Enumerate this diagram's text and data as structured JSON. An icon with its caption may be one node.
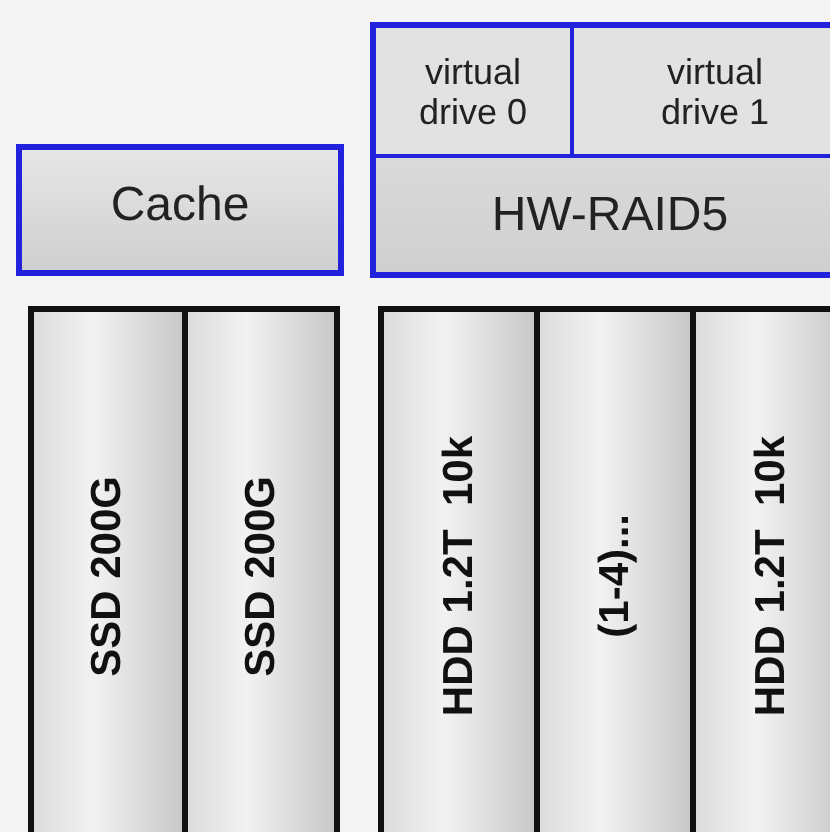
{
  "diagram": {
    "nodes": [
      {
        "text": [
          "Cache"
        ]
      },
      {
        "text": [
          "SSD 200G"
        ]
      },
      {
        "text": [
          "SSD 200G"
        ]
      },
      {
        "text": [
          "HW-RAID5"
        ]
      },
      {
        "text": [
          "virtual drive 0"
        ],
        "in": 3
      },
      {
        "text": [
          "virtual drive 1"
        ],
        "in": 3
      },
      {
        "text": [
          "HDD 1.2T  10k"
        ]
      },
      {
        "text": [
          "(1-4)..."
        ]
      },
      {
        "text": [
          "HDD 1.2T  10k"
        ]
      }
    ],
    "edges": []
  }
}
